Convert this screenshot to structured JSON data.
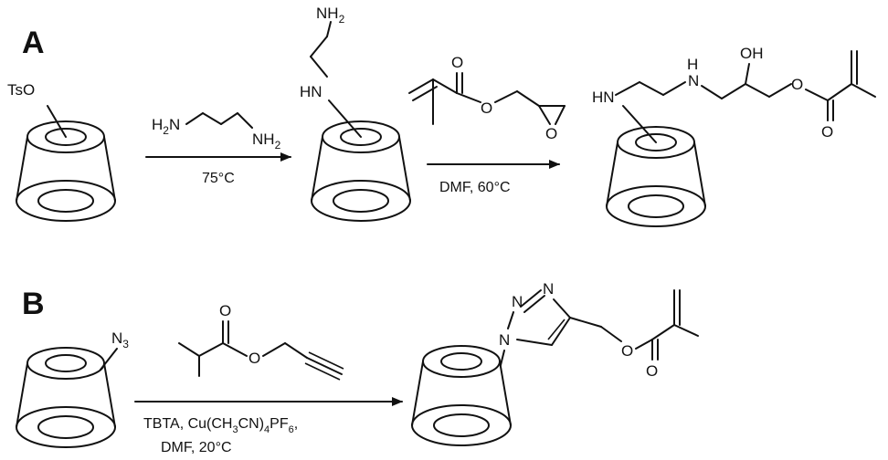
{
  "panels": {
    "a": "A",
    "b": "B"
  },
  "scheme_a": {
    "start_group": "TsO",
    "reagent_1": {
      "left": "H",
      "left_sub": "2",
      "left_tail": "N",
      "right": "NH",
      "right_sub": "2"
    },
    "condition_1": "75°C",
    "intermediate": {
      "top_amine": "NH",
      "top_amine_sub": "2",
      "linker": "HN"
    },
    "reagent_2": {
      "carbonyl_o": "O",
      "ester_o": "O",
      "epoxide_o": "O"
    },
    "condition_2": "DMF, 60°C",
    "product": {
      "hn": "HN",
      "nh": "N",
      "nh_h": "H",
      "oh": "OH",
      "ester_o": "O",
      "carbonyl_o": "O"
    }
  },
  "scheme_b": {
    "azide": "N",
    "azide_sub": "3",
    "reagent": {
      "carbonyl_o": "O",
      "ester_o": "O"
    },
    "condition_line1": "TBTA, Cu(CH",
    "condition_line1_parts": [
      "3",
      "CN)",
      "4",
      "PF",
      "6",
      ","
    ],
    "condition_line2": "DMF, 20°C",
    "product": {
      "n_top": "N",
      "n_eq": "N",
      "n_left": "N",
      "ester_o": "O",
      "carbonyl_o": "O"
    }
  }
}
